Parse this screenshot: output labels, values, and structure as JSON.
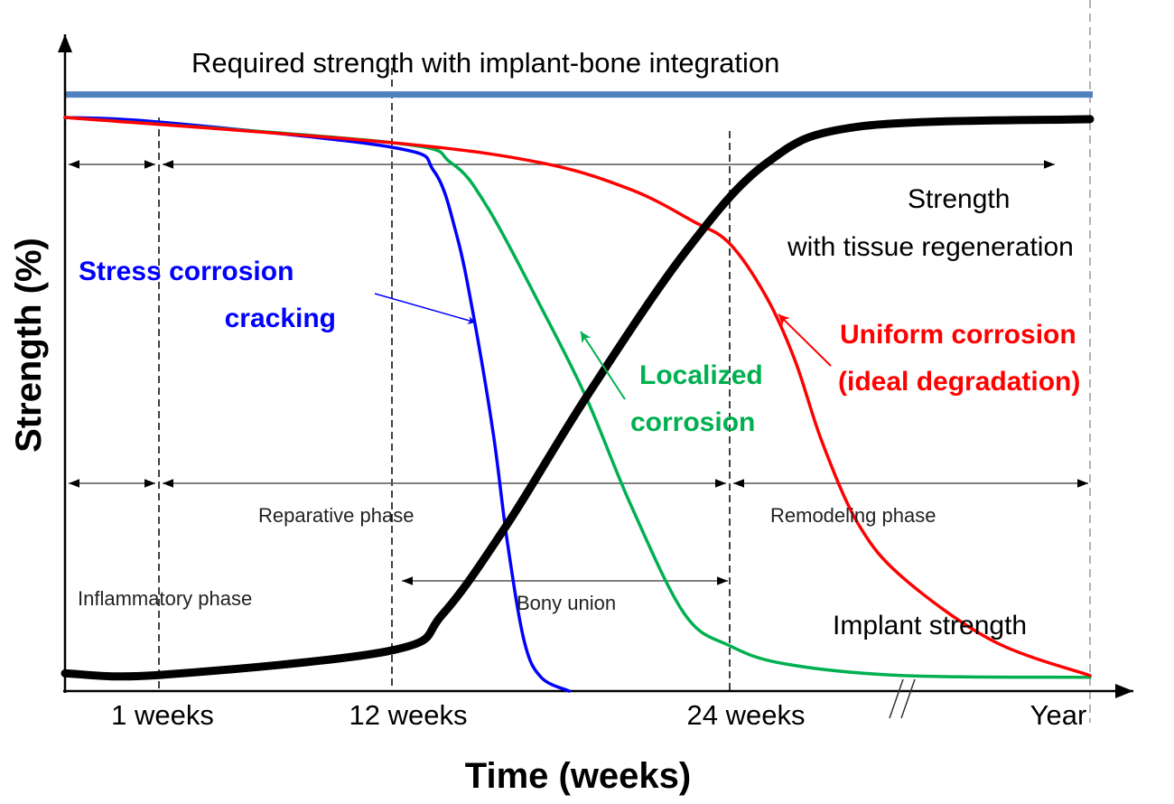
{
  "chart_data": {
    "type": "line",
    "title": "",
    "xlabel": "Time (weeks)",
    "ylabel": "Strength (%)",
    "x_ticks": [
      {
        "week": 1,
        "label": "1 weeks"
      },
      {
        "week": 12,
        "label": "12 weeks"
      },
      {
        "week": 24,
        "label": "24 weeks"
      },
      {
        "week": 52,
        "label": "Year"
      }
    ],
    "xlim": [
      0,
      52
    ],
    "ylim": [
      0,
      105
    ],
    "axis_break_between_weeks": [
      24,
      52
    ],
    "required_strength": {
      "label": "Required strength  with implant-bone integration",
      "value": 104,
      "color": "#4f81bd"
    },
    "series": [
      {
        "name": "Stress corrosion cracking",
        "color": "#0000ff",
        "x": [
          0,
          1,
          12,
          13.5,
          14.3,
          14.9,
          15.6,
          16.1,
          16.7,
          17.3,
          18.3
        ],
        "y": [
          100,
          99.2,
          94.8,
          90.6,
          79.5,
          65.4,
          44.9,
          26,
          8.7,
          2.4,
          0
        ]
      },
      {
        "name": "Localized corrosion",
        "color": "#00b050",
        "x": [
          0,
          12,
          14.1,
          15.4,
          17.3,
          18.9,
          20.5,
          22.4,
          24,
          28.4,
          37.5,
          52
        ],
        "y": [
          100,
          95.6,
          92.1,
          84.3,
          66.9,
          51.2,
          32.3,
          13.4,
          7.9,
          4.7,
          2.7,
          2.4
        ]
      },
      {
        "name": "Uniform corrosion (ideal degradation)",
        "color": "#ff0000",
        "x": [
          0,
          12,
          17.3,
          20.5,
          22.7,
          24,
          26.9,
          29.1,
          31.2,
          34,
          37.5,
          44.5,
          52
        ],
        "y": [
          100,
          95.6,
          92.1,
          87.4,
          81.9,
          78,
          68.5,
          57.5,
          43.3,
          29.1,
          19.7,
          8.7,
          2.7
        ]
      },
      {
        "name": "Strength with tissue regeneration",
        "color": "#000000",
        "x": [
          0,
          1,
          12,
          13.8,
          16.1,
          18.9,
          22.4,
          26.9,
          34,
          52
        ],
        "y": [
          3.1,
          2.8,
          7.1,
          13.4,
          29.1,
          51.2,
          76.4,
          92.1,
          98.4,
          99.7
        ]
      }
    ],
    "phases": [
      {
        "label": "Inflammatory phase",
        "from_week": 0,
        "to_week": 1
      },
      {
        "label": "Reparative phase",
        "from_week": 1,
        "to_week": 24
      },
      {
        "label": "Remodeling phase",
        "from_week": 24,
        "to_week": 52
      },
      {
        "label": "Bony union",
        "from_week": 12.4,
        "to_week": 24
      }
    ],
    "annotations": {
      "stress_line1": "Stress corrosion",
      "stress_line2": "cracking",
      "localized_line1": "Localized",
      "localized_line2": "corrosion",
      "uniform_line1": "Uniform corrosion",
      "uniform_line2": "(ideal degradation)",
      "tissue_line1": "Strength",
      "tissue_line2": "with tissue regeneration",
      "implant": "Implant strength"
    }
  }
}
